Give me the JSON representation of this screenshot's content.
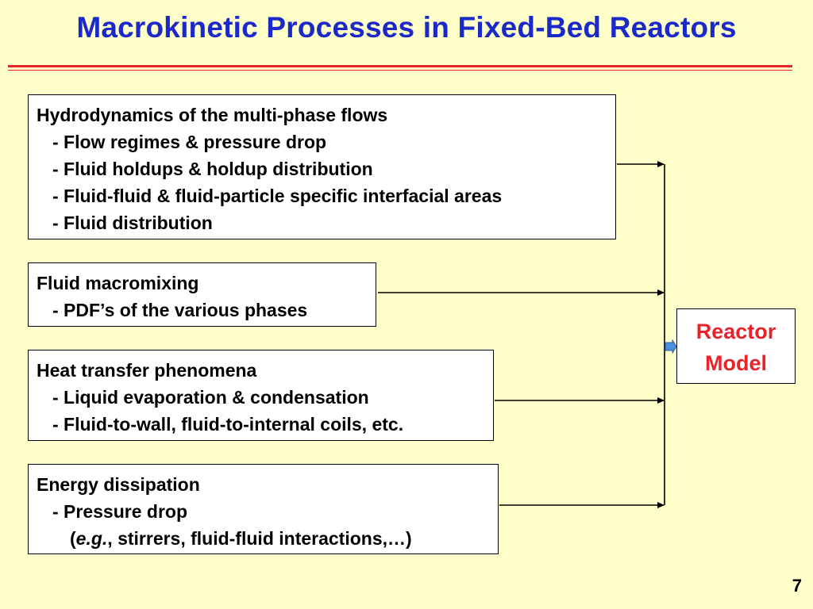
{
  "slide": {
    "title": "Macrokinetic Processes in Fixed-Bed Reactors",
    "page_number": "7"
  },
  "boxes": {
    "hydrodynamics": {
      "heading": "Hydrodynamics of the multi-phase flows",
      "items": [
        "- Flow regimes & pressure drop",
        "- Fluid holdups & holdup distribution",
        "- Fluid-fluid & fluid-particle specific interfacial areas",
        "- Fluid distribution"
      ]
    },
    "macromixing": {
      "heading": "Fluid macromixing",
      "items": [
        "- PDF’s of the various phases"
      ]
    },
    "heat_transfer": {
      "heading": "Heat transfer phenomena",
      "items": [
        "- Liquid evaporation & condensation",
        "- Fluid-to-wall, fluid-to-internal coils, etc."
      ]
    },
    "energy": {
      "heading": "Energy dissipation",
      "items": [
        "- Pressure drop"
      ],
      "example_open": "(",
      "example_italic": "e.g.",
      "example_rest": ", stirrers, fluid-fluid interactions,…)"
    }
  },
  "reactor_model": {
    "line1": "Reactor",
    "line2": "Model",
    "text_color": "#E8242A"
  },
  "colors": {
    "background": "#FFFFC9",
    "title": "#1A29C8",
    "rule": "#E8242A",
    "merge_arrow": "#4A90E2"
  }
}
